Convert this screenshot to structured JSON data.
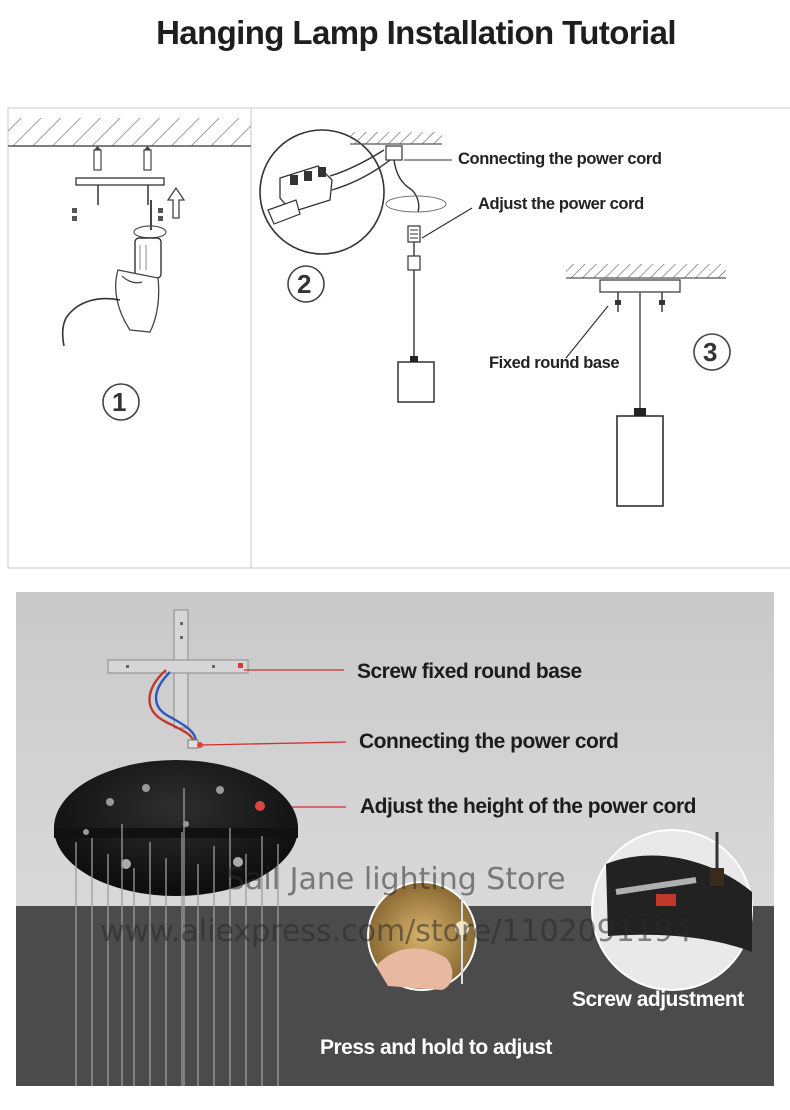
{
  "title": "Hanging Lamp Installation Tutorial",
  "steps": [
    {
      "number": "1"
    },
    {
      "number": "2"
    },
    {
      "number": "3"
    }
  ],
  "diagram_labels": {
    "connecting_cord": "Connecting the power cord",
    "adjust_cord": "Adjust the power cord",
    "fixed_base": "Fixed round base"
  },
  "photo_labels": {
    "screw_base": "Screw fixed round base",
    "connecting_cord": "Connecting the power cord",
    "adjust_height": "Adjust the height of the power cord",
    "screw_adjustment": "Screw adjustment",
    "press_hold": "Press and hold to adjust"
  },
  "watermark": {
    "store_name": "Sail Jane lighting Store",
    "store_url": "www.aliexpress.com/store/1102091194"
  },
  "colors": {
    "pointer_line": "#d03030",
    "photo_bg_top": "#d9d9d9",
    "photo_bg_bottom": "#4a4a4a",
    "canopy": "#1b1b1b"
  }
}
